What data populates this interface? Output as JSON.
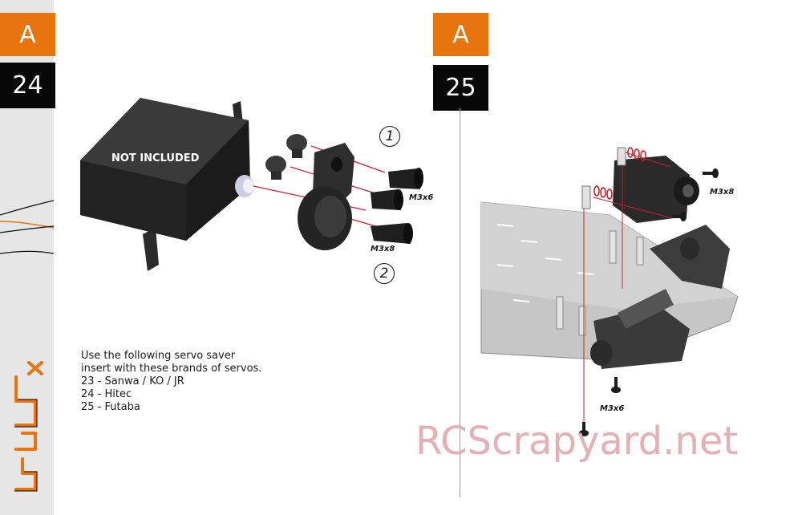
{
  "left_page": {
    "section_letter": "A",
    "step_number": "24",
    "not_included_label": "NOT INCLUDED",
    "part_labels": [
      "M3x6",
      "M3x8"
    ],
    "sub_steps": [
      "1",
      "2"
    ],
    "notice_lines": [
      "Use the following servo saver",
      "insert with these brands of servos.",
      "23 - Sanwa / KO / JR",
      "24 - Hitec",
      "25 - Futaba"
    ]
  },
  "right_page": {
    "section_letter": "A",
    "step_number": "25",
    "part_labels": [
      "M3x8",
      "M3x6"
    ]
  },
  "watermark": "RCScrapyard.net",
  "colors": {
    "accent_orange": "#e8740e",
    "step_black": "#080808",
    "sidebar_gray": "#e6e6e6",
    "watermark_pink": "#e5b0b3",
    "guide_line_red": "#c8202a"
  }
}
